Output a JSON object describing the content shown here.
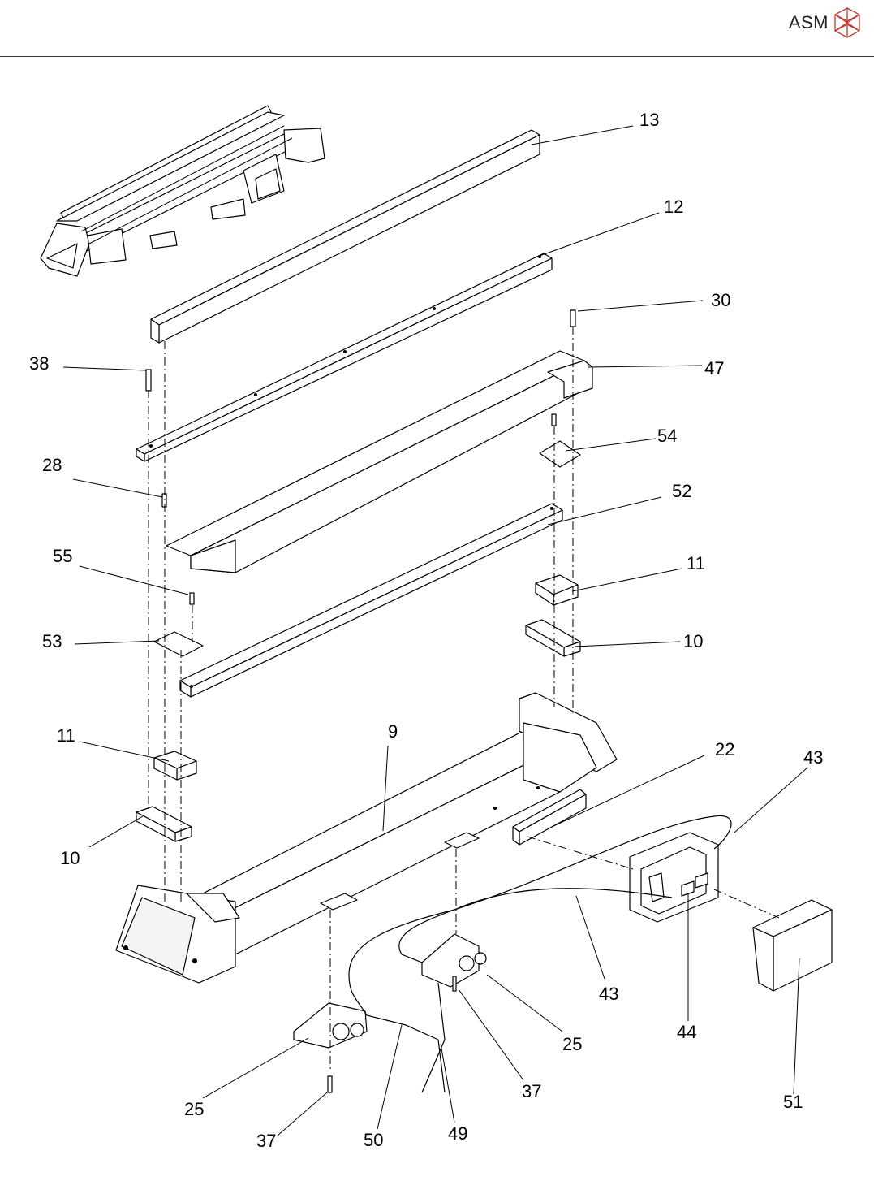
{
  "header": {
    "brand": "ASM",
    "logo_icon": "asm-cube-logo-icon",
    "logo_color": "#c0392b"
  },
  "labels": {
    "p13": "13",
    "p12": "12",
    "p30": "30",
    "p38": "38",
    "p47": "47",
    "p54": "54",
    "p28": "28",
    "p52": "52",
    "p55": "55",
    "p11a": "11",
    "p10a": "10",
    "p53": "53",
    "p11b": "11",
    "p9": "9",
    "p22": "22",
    "p43a": "43",
    "p10b": "10",
    "p43b": "43",
    "p44": "44",
    "p51": "51",
    "p25a": "25",
    "p25b": "25",
    "p37a": "37",
    "p37b": "37",
    "p50": "50",
    "p49": "49"
  }
}
